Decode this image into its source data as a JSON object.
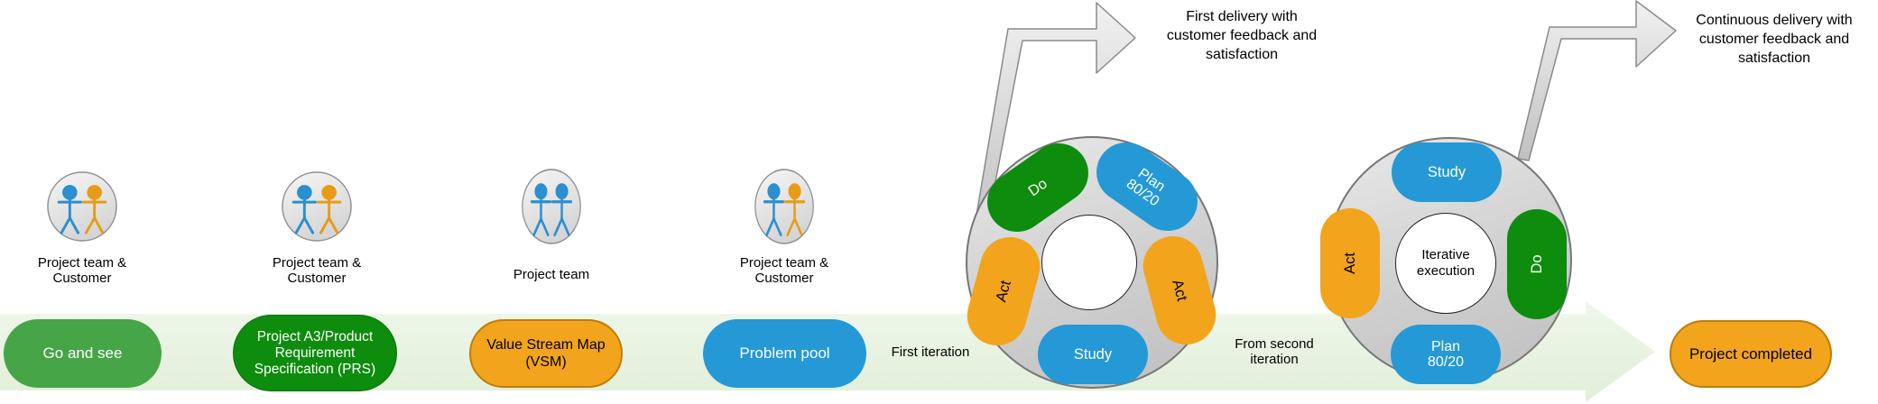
{
  "palette": {
    "band_green": "#e9f3e3",
    "green": "#46a546",
    "dark_green": "#0d8c0d",
    "orange": "#f2a41c",
    "orange_border": "#bf7d08",
    "blue": "#2499d6",
    "person_blue": "#2b8fd0",
    "person_orange": "#e89b17",
    "wheel_gray": "#cccccc",
    "connector_gray": "#d9d9d9"
  },
  "stages": [
    {
      "actor": "Project team &\nCustomer",
      "label": "Go and see"
    },
    {
      "actor": "Project team &\nCustomer",
      "label": "Project A3/Product\nRequirement\nSpecification (PRS)"
    },
    {
      "actor": "Project team",
      "label": "Value Stream Map\n(VSM)"
    },
    {
      "actor": "Project team &\nCustomer",
      "label": "Problem pool"
    }
  ],
  "band": {
    "first_iteration": "First iteration",
    "from_second_iteration": "From second\niteration",
    "project_completed": "Project completed"
  },
  "wheel_first": {
    "do": "Do",
    "plan": "Plan\n80/20",
    "act_left": "Act",
    "act_right": "Act",
    "study": "Study"
  },
  "wheel_second": {
    "study": "Study",
    "act": "Act",
    "do": "Do",
    "plan": "Plan\n80/20",
    "center": "Iterative\nexecution"
  },
  "callouts": {
    "first_delivery": "First delivery with\ncustomer feedback and\nsatisfaction",
    "continuous_delivery": "Continuous delivery with\ncustomer feedback and\nsatisfaction"
  }
}
